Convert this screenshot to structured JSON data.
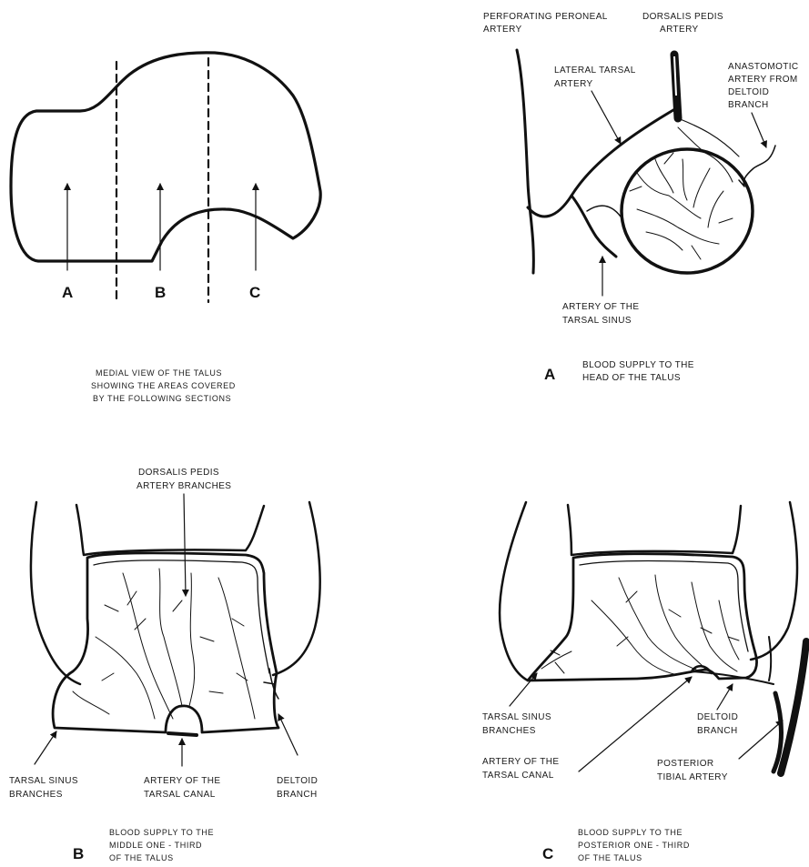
{
  "overview": {
    "letters": [
      "A",
      "B",
      "C"
    ],
    "caption": [
      "MEDIAL VIEW OF THE TALUS",
      "SHOWING THE AREAS COVERED",
      "BY THE FOLLOWING SECTIONS"
    ]
  },
  "panel_a": {
    "letter": "A",
    "labels": {
      "perforating_peroneal": [
        "PERFORATING PERONEAL",
        "ARTERY"
      ],
      "dorsalis_pedis": [
        "DORSALIS PEDIS",
        "ARTERY"
      ],
      "lateral_tarsal": [
        "LATERAL TARSAL",
        "ARTERY"
      ],
      "anastomotic": [
        "ANASTOMOTIC",
        "ARTERY FROM",
        "DELTOID",
        "BRANCH"
      ],
      "tarsal_sinus": [
        "ARTERY OF THE",
        "TARSAL SINUS"
      ]
    },
    "caption": [
      "BLOOD SUPPLY TO THE",
      "HEAD OF THE TALUS"
    ]
  },
  "panel_b": {
    "letter": "B",
    "labels": {
      "dorsalis_pedis_branches": [
        "DORSALIS PEDIS",
        "ARTERY BRANCHES"
      ],
      "tarsal_sinus_branches": [
        "TARSAL SINUS",
        "BRANCHES"
      ],
      "tarsal_canal": [
        "ARTERY OF THE",
        "TARSAL CANAL"
      ],
      "deltoid": [
        "DELTOID",
        "BRANCH"
      ]
    },
    "caption": [
      "BLOOD SUPPLY TO THE",
      "MIDDLE ONE - THIRD",
      "OF THE TALUS"
    ]
  },
  "panel_c": {
    "letter": "C",
    "labels": {
      "tarsal_sinus_branches": [
        "TARSAL SINUS",
        "BRANCHES"
      ],
      "tarsal_canal": [
        "ARTERY OF THE",
        "TARSAL CANAL"
      ],
      "deltoid": [
        "DELTOID",
        "BRANCH"
      ],
      "posterior_tibial": [
        "POSTERIOR",
        "TIBIAL ARTERY"
      ]
    },
    "caption": [
      "BLOOD SUPPLY TO THE",
      "POSTERIOR ONE - THIRD",
      "OF THE TALUS"
    ]
  }
}
